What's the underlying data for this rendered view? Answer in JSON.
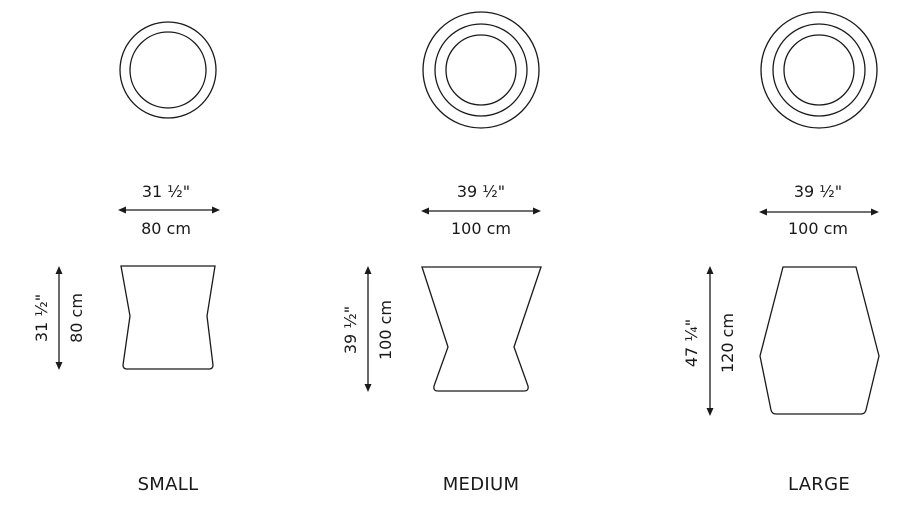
{
  "diagram": {
    "variants": [
      {
        "id": "small",
        "name": "SMALL",
        "width_imperial": "31 ½\"",
        "width_metric": "80 cm",
        "height_imperial": "31 ½\"",
        "height_metric": "80 cm"
      },
      {
        "id": "medium",
        "name": "MEDIUM",
        "width_imperial": "39 ½\"",
        "width_metric": "100 cm",
        "height_imperial": "39 ½\"",
        "height_metric": "100 cm"
      },
      {
        "id": "large",
        "name": "LARGE",
        "width_imperial": "39 ½\"",
        "width_metric": "100 cm",
        "height_imperial": "47 ¼\"",
        "height_metric": "120 cm"
      }
    ]
  }
}
